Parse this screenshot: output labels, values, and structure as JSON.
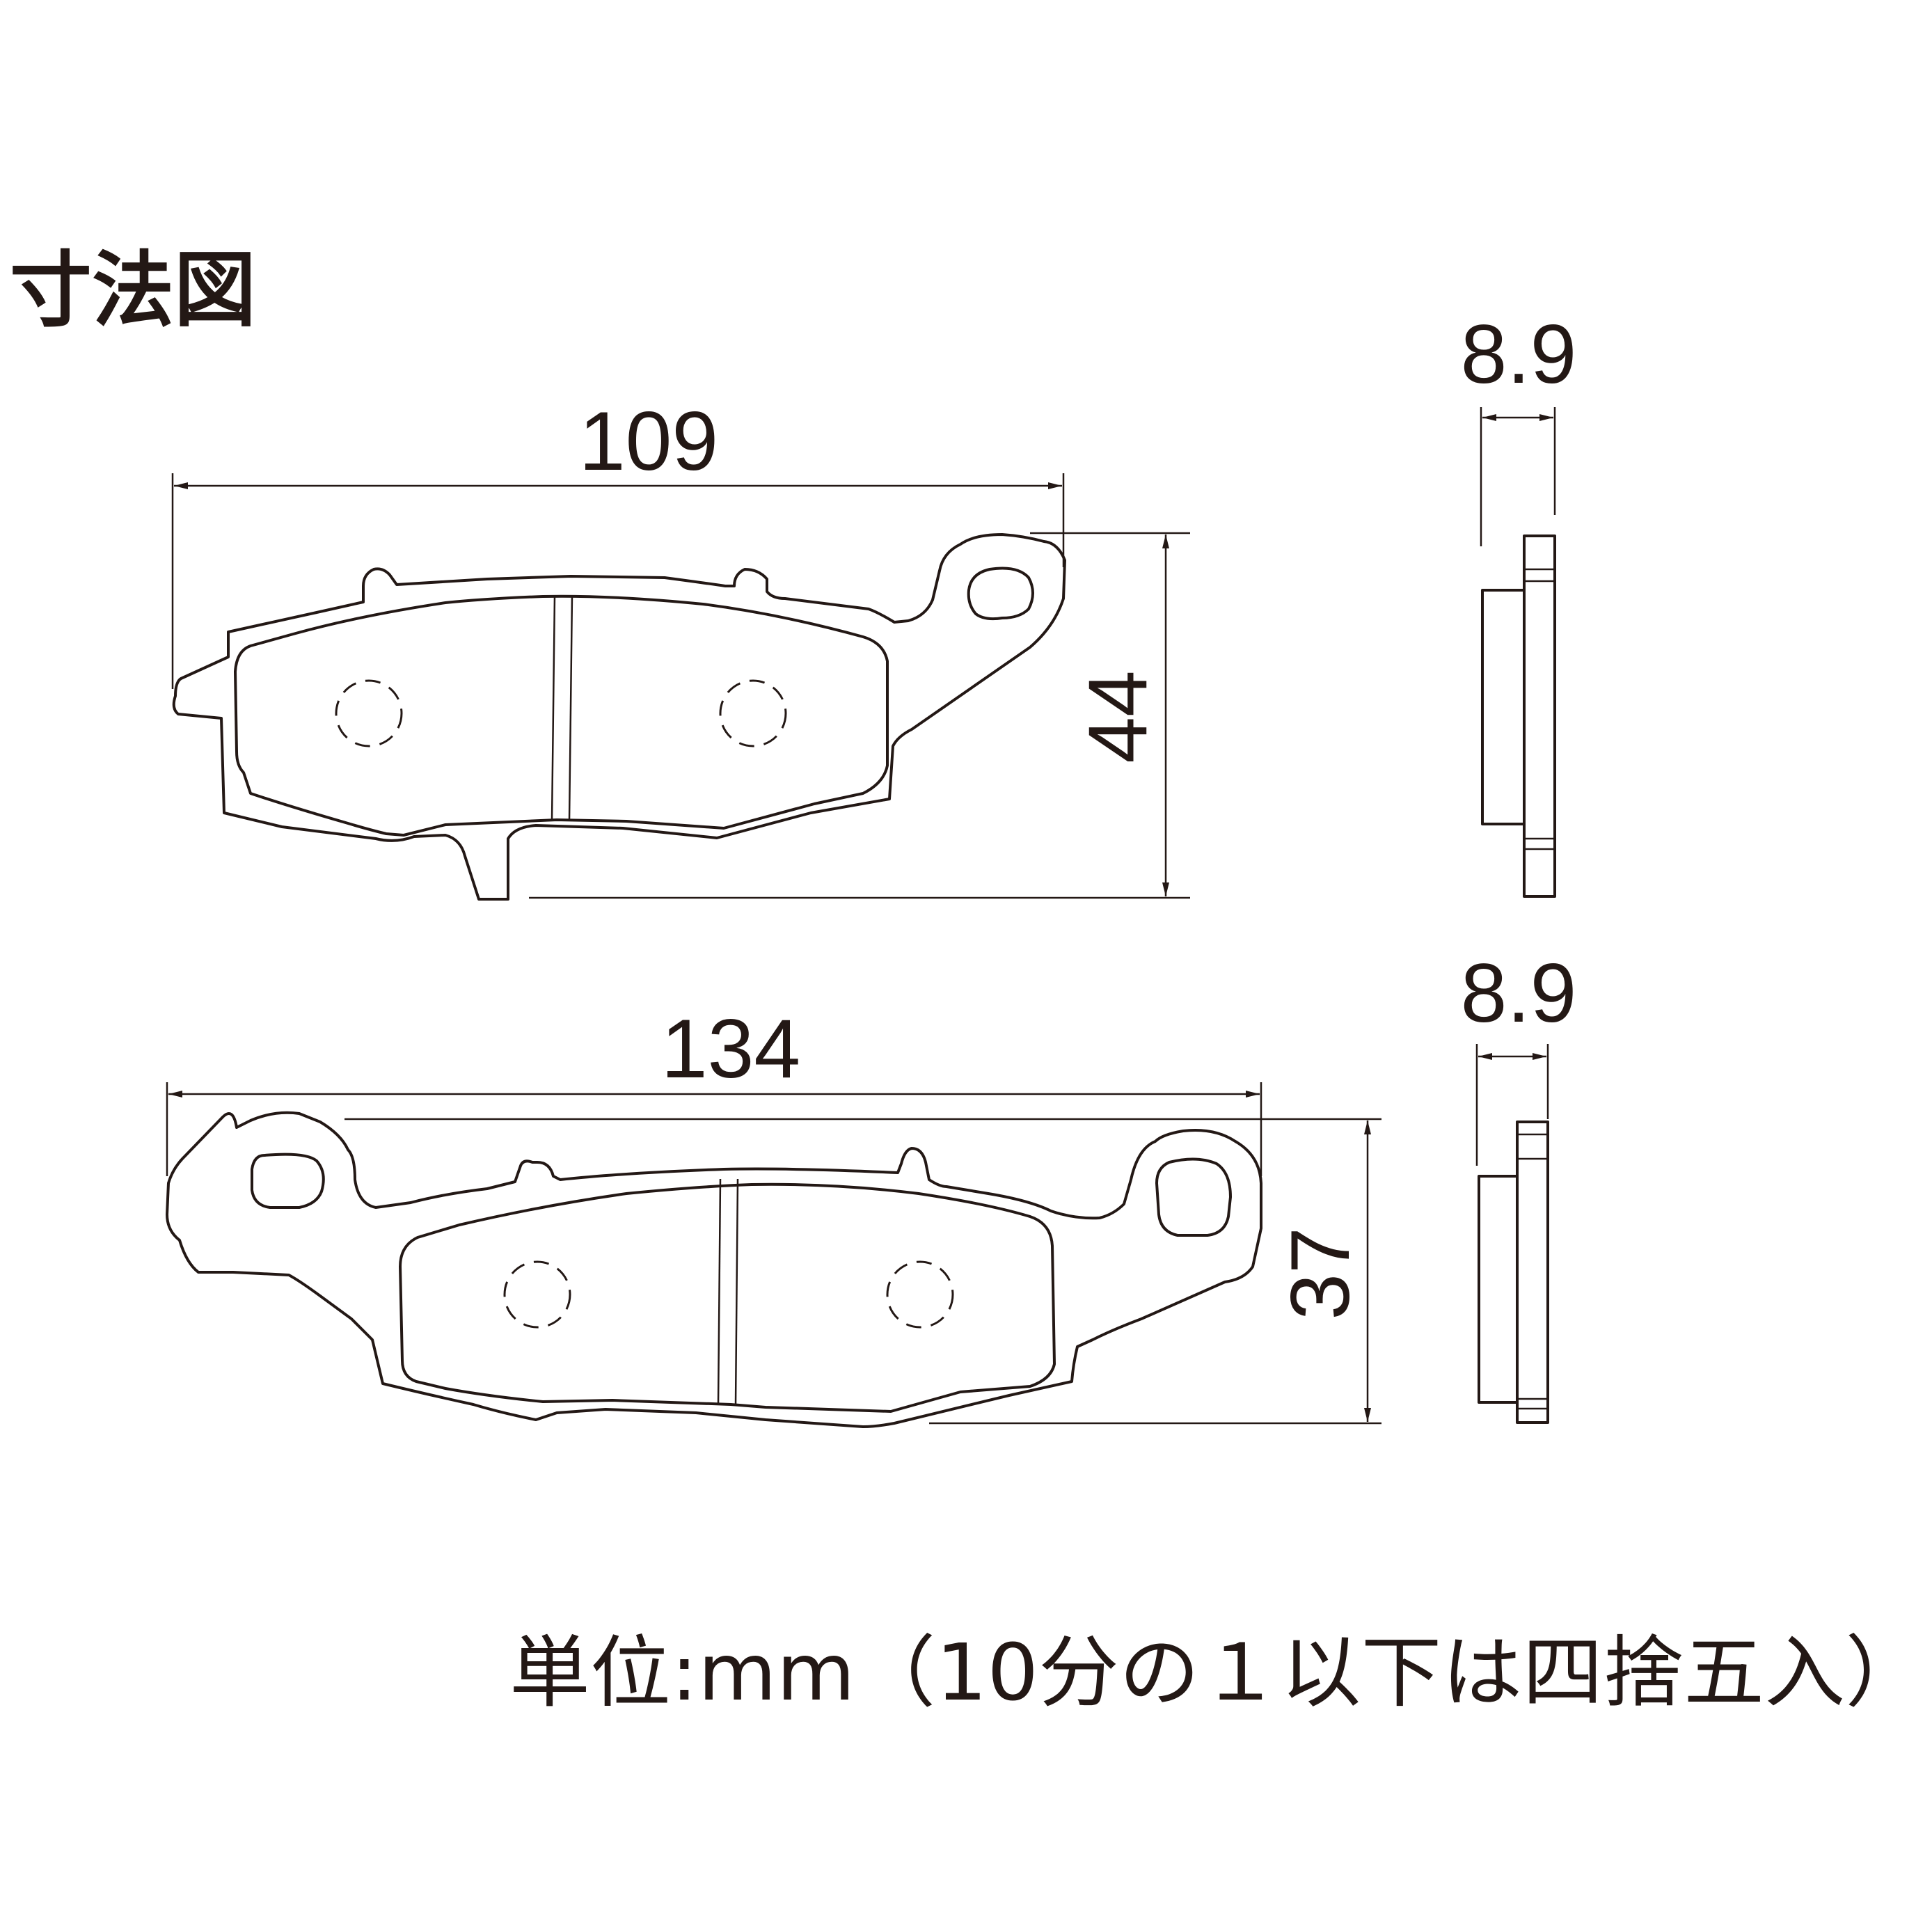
{
  "title": "寸法図",
  "top_pad": {
    "width_label": "109",
    "height_label": "44",
    "thickness_label": "8.9"
  },
  "bottom_pad": {
    "width_label": "134",
    "height_label": "37",
    "thickness_label": "8.9"
  },
  "unit_note": "単位:mm（10分の１以下は四捨五入）",
  "colors": {
    "line": "#231815",
    "background": "#ffffff"
  }
}
